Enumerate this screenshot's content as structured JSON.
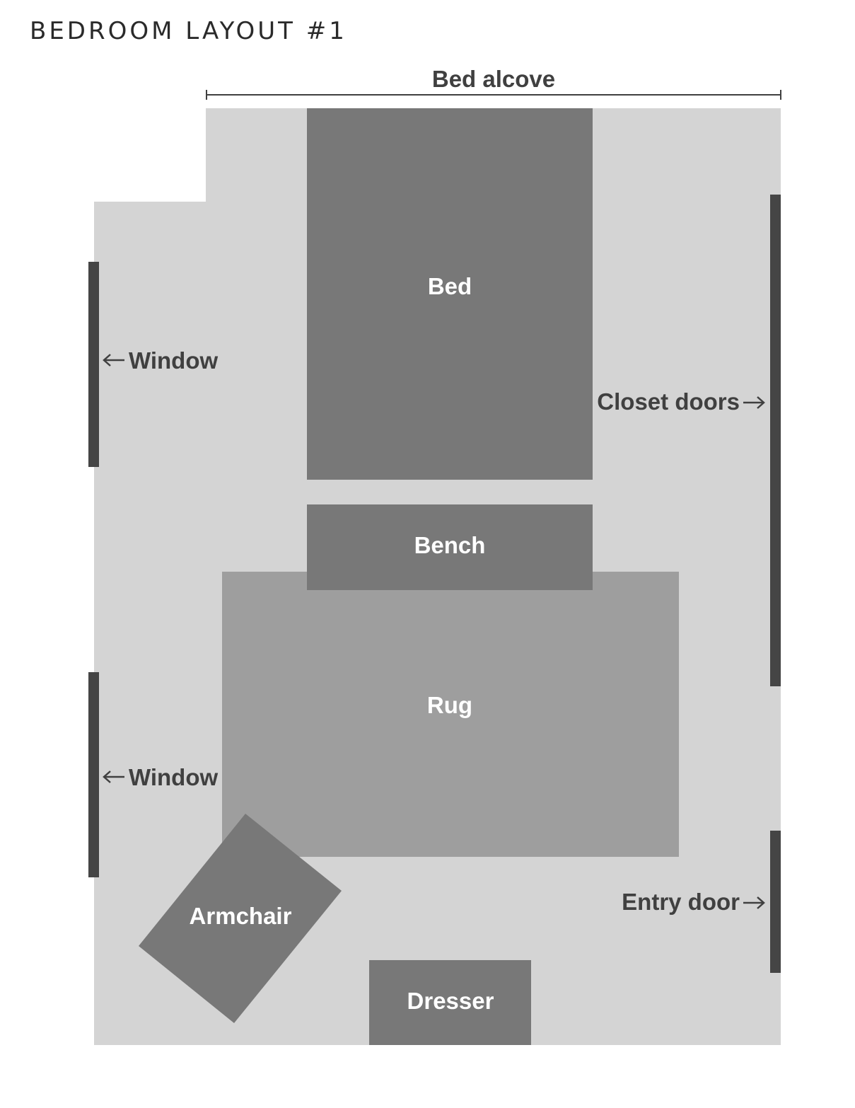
{
  "title": "BEDROOM LAYOUT #1",
  "labels": {
    "bed_alcove": "Bed alcove",
    "bed": "Bed",
    "bench": "Bench",
    "rug": "Rug",
    "armchair": "Armchair",
    "dresser": "Dresser",
    "window_upper": "Window",
    "window_lower": "Window",
    "closet_doors": "Closet doors",
    "entry_door": "Entry door"
  },
  "colors": {
    "floor": "#d4d4d4",
    "furniture": "#787878",
    "rug": "#9e9e9e",
    "wall_feature": "#454545",
    "label_light": "#ffffff",
    "label_dark": "#404040"
  }
}
